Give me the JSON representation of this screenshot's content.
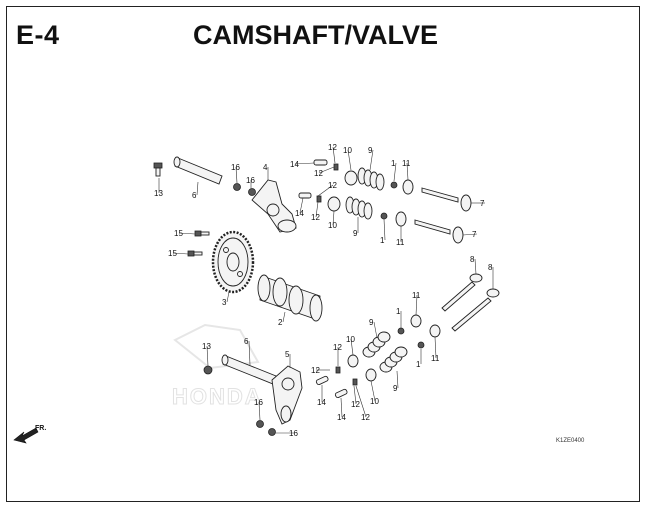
{
  "header": {
    "code": "E-4",
    "title": "CAMSHAFT/VALVE"
  },
  "watermark": "HONDA",
  "reference_code": "K1ZE0400",
  "direction_label": "FR.",
  "colors": {
    "ink": "#111111",
    "frame": "#222222",
    "watermark": "#e2e2e2"
  },
  "callouts": [
    {
      "id": "c13a",
      "label": "13"
    },
    {
      "id": "c6a",
      "label": "6"
    },
    {
      "id": "c16a",
      "label": "16"
    },
    {
      "id": "c16b",
      "label": "16"
    },
    {
      "id": "c4",
      "label": "4"
    },
    {
      "id": "c14a",
      "label": "14"
    },
    {
      "id": "c12a",
      "label": "12"
    },
    {
      "id": "c12b",
      "label": "12"
    },
    {
      "id": "c10a",
      "label": "10"
    },
    {
      "id": "c9a",
      "label": "9"
    },
    {
      "id": "c1a",
      "label": "1"
    },
    {
      "id": "c11a",
      "label": "11"
    },
    {
      "id": "c7a",
      "label": "7"
    },
    {
      "id": "c12c",
      "label": "12"
    },
    {
      "id": "c14b",
      "label": "14"
    },
    {
      "id": "c12d",
      "label": "12"
    },
    {
      "id": "c10b",
      "label": "10"
    },
    {
      "id": "c9b",
      "label": "9"
    },
    {
      "id": "c1b",
      "label": "1"
    },
    {
      "id": "c11b",
      "label": "11"
    },
    {
      "id": "c7b",
      "label": "7"
    },
    {
      "id": "c15a",
      "label": "15"
    },
    {
      "id": "c15b",
      "label": "15"
    },
    {
      "id": "c3",
      "label": "3"
    },
    {
      "id": "c2",
      "label": "2"
    },
    {
      "id": "c8a",
      "label": "8"
    },
    {
      "id": "c8b",
      "label": "8"
    },
    {
      "id": "c11c",
      "label": "11"
    },
    {
      "id": "c1c",
      "label": "1"
    },
    {
      "id": "c9c",
      "label": "9"
    },
    {
      "id": "c10c",
      "label": "10"
    },
    {
      "id": "c12e",
      "label": "12"
    },
    {
      "id": "c13b",
      "label": "13"
    },
    {
      "id": "c6b",
      "label": "6"
    },
    {
      "id": "c5",
      "label": "5"
    },
    {
      "id": "c12f",
      "label": "12"
    },
    {
      "id": "c14c",
      "label": "14"
    },
    {
      "id": "c1d",
      "label": "1"
    },
    {
      "id": "c11d",
      "label": "11"
    },
    {
      "id": "c9d",
      "label": "9"
    },
    {
      "id": "c10d",
      "label": "10"
    },
    {
      "id": "c12g",
      "label": "12"
    },
    {
      "id": "c14d",
      "label": "14"
    },
    {
      "id": "c12h",
      "label": "12"
    },
    {
      "id": "c16c",
      "label": "16"
    },
    {
      "id": "c16d",
      "label": "16"
    }
  ]
}
